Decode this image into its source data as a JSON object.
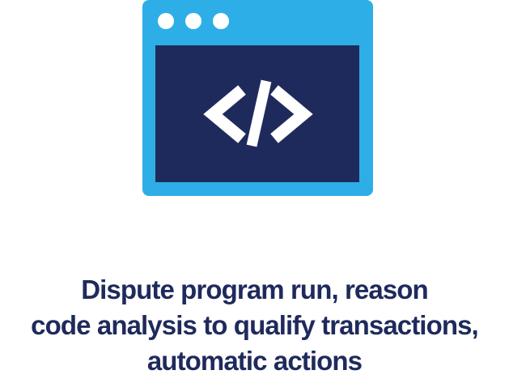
{
  "icon": {
    "name": "code-window-icon",
    "frame_color": "#2eaee7",
    "screen_color": "#1f2a5c",
    "glyph_color": "#ffffff"
  },
  "caption": {
    "lines": [
      "Dispute program run, reason",
      "code analysis to qualify transactions,",
      "automatic actions"
    ]
  }
}
